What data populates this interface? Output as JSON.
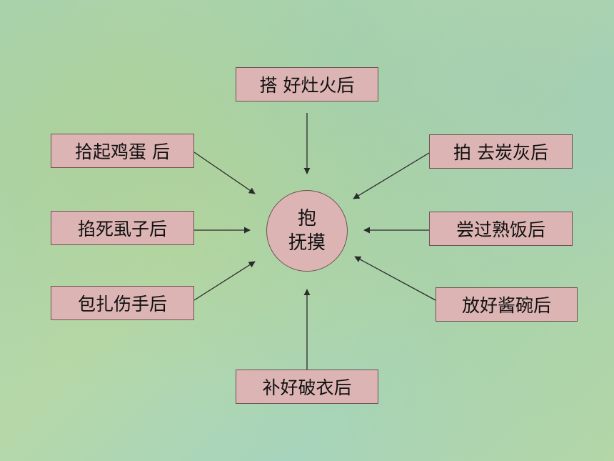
{
  "center": {
    "line1": "抱",
    "line2": "抚摸"
  },
  "nodes": {
    "top": "搭 好灶火后",
    "upper_left": "拾起鸡蛋 后",
    "upper_right": "拍 去炭灰后",
    "middle_left": "掐死虱子后",
    "middle_right": "尝过熟饭后",
    "lower_left": "包扎伤手后",
    "lower_right": "放好酱碗后",
    "bottom": "补好破衣后"
  },
  "colors": {
    "box_fill": "#dcb4b4",
    "box_border": "#6e5252",
    "arrow": "#2b2b2b"
  }
}
